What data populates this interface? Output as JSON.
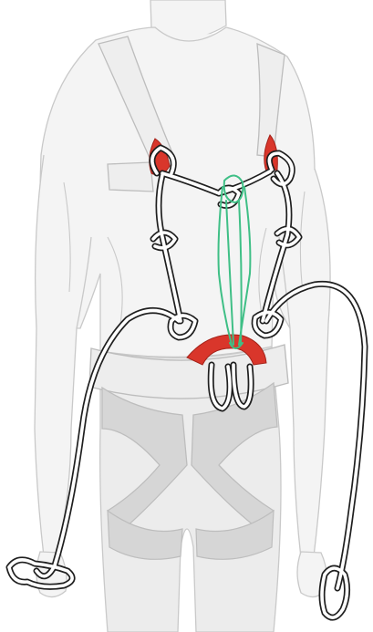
{
  "illustration": {
    "subject": "",
    "colors": {
      "background": "#ffffff",
      "figure_fill": "#f4f4f4",
      "figure_line": "#c9c9c9",
      "leg_loop_fill": "#d6d6d6",
      "harness_strap_fill": "#ececec",
      "rope_outline": "#1f1f1f",
      "rope_fill": "#ffffff",
      "cord_green": "#3fbf86",
      "anchor_red": "#d9362b"
    },
    "parts": [
      "figure-silhouette",
      "chest-harness-rope",
      "green-cord",
      "red-buckle",
      "rope-ends"
    ]
  }
}
